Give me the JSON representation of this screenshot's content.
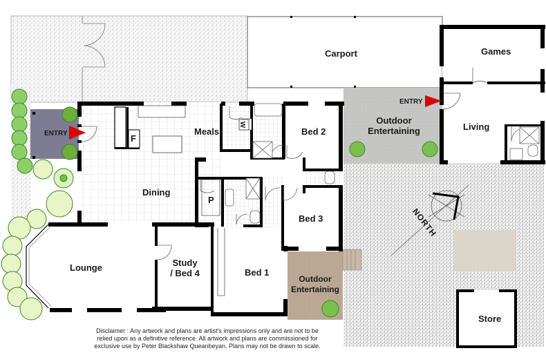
{
  "floorplan": {
    "rooms": [
      {
        "id": "carport",
        "label": "Carport"
      },
      {
        "id": "games",
        "label": "Games"
      },
      {
        "id": "outdoor-entertaining-north",
        "label": "Outdoor\nEntertaining",
        "line1": "Outdoor",
        "line2": "Entertaining"
      },
      {
        "id": "living",
        "label": "Living"
      },
      {
        "id": "meals",
        "label": "Meals"
      },
      {
        "id": "bed-2",
        "label": "Bed 2"
      },
      {
        "id": "dining",
        "label": "Dining"
      },
      {
        "id": "pantry",
        "label": "P"
      },
      {
        "id": "fridge",
        "label": "F"
      },
      {
        "id": "bed-3",
        "label": "Bed 3"
      },
      {
        "id": "lounge",
        "label": "Lounge"
      },
      {
        "id": "study-bed-4",
        "label": "Study / Bed 4",
        "line1": "Study",
        "line2": "/ Bed 4"
      },
      {
        "id": "bed-1",
        "label": "Bed 1"
      },
      {
        "id": "outdoor-entertaining-south",
        "label": "Outdoor\nEntertaining",
        "line1": "Outdoor",
        "line2": "Entertaining"
      },
      {
        "id": "store",
        "label": "Store"
      },
      {
        "id": "laundry-w",
        "label": "W"
      }
    ],
    "entries": [
      {
        "id": "main-entry",
        "label": "ENTRY"
      },
      {
        "id": "living-entry",
        "label": "ENTRY"
      }
    ],
    "compass": {
      "label": "NORTH"
    },
    "disclaimer": {
      "line1": "Disclaimer : Any artwork and plans are artist's impressions only and are not to be",
      "line2": "relied upon as a definitive reference. All artwork and plans are commissioned for",
      "line3": "exclusive use by Peter Blackshaw Queanbeyan. Plans may not be drawn to scale."
    },
    "colors": {
      "wall": "#000000",
      "entry_porch": "#7d7c92",
      "outdoor_entertaining_north": "#c4c4c2",
      "outdoor_entertaining_south": "#bca995",
      "paved_area": "#d9d3c6",
      "entry_arrow": "#dd0000",
      "plants": "#3a9a2a",
      "gravel": "#f2f2f2"
    }
  }
}
